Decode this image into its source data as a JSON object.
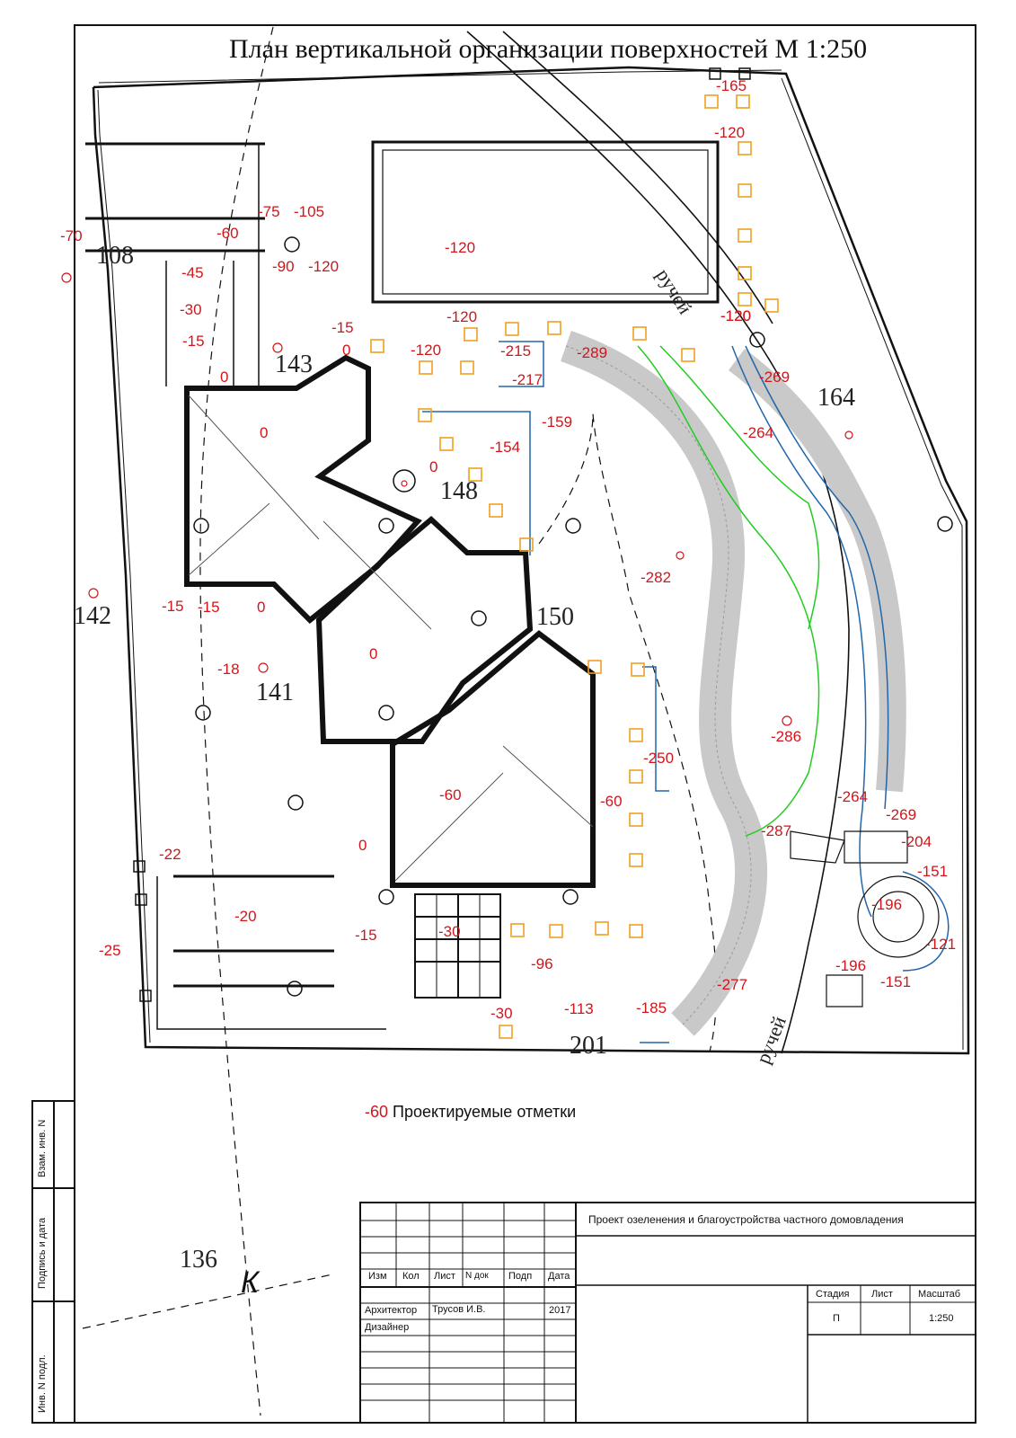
{
  "title": "План вертикальной организации поверхностей М 1:250",
  "legend": {
    "value": "-60",
    "label": "Проектируемые отметки"
  },
  "elevation_color": "#d0161b",
  "elevations": [
    {
      "id": "e1",
      "text": "-165"
    },
    {
      "id": "e2",
      "text": "-120"
    },
    {
      "id": "e3",
      "text": "-75"
    },
    {
      "id": "e4",
      "text": "-105"
    },
    {
      "id": "e5",
      "text": "-60"
    },
    {
      "id": "e6",
      "text": "-70"
    },
    {
      "id": "e7",
      "text": "-90"
    },
    {
      "id": "e8",
      "text": "-120"
    },
    {
      "id": "e9",
      "text": "-120"
    },
    {
      "id": "e10",
      "text": "-45"
    },
    {
      "id": "e11",
      "text": "-30"
    },
    {
      "id": "e12",
      "text": "-15"
    },
    {
      "id": "e13",
      "text": "-15"
    },
    {
      "id": "e14",
      "text": "0"
    },
    {
      "id": "e15",
      "text": "-120"
    },
    {
      "id": "e16",
      "text": "-120"
    },
    {
      "id": "e17",
      "text": "-215"
    },
    {
      "id": "e18",
      "text": "-289"
    },
    {
      "id": "e19",
      "text": "-120"
    },
    {
      "id": "e20",
      "text": "0"
    },
    {
      "id": "e21",
      "text": "-217"
    },
    {
      "id": "e22",
      "text": "-269"
    },
    {
      "id": "e23",
      "text": "-159"
    },
    {
      "id": "e24",
      "text": "-154"
    },
    {
      "id": "e25",
      "text": "0"
    },
    {
      "id": "e26",
      "text": "-264"
    },
    {
      "id": "e27",
      "text": "0"
    },
    {
      "id": "e28",
      "text": "-282"
    },
    {
      "id": "e29",
      "text": "-15"
    },
    {
      "id": "e30",
      "text": "-15"
    },
    {
      "id": "e31",
      "text": "0"
    },
    {
      "id": "e32",
      "text": "-18"
    },
    {
      "id": "e33",
      "text": "0"
    },
    {
      "id": "e34",
      "text": "-250"
    },
    {
      "id": "e35",
      "text": "-286"
    },
    {
      "id": "e36",
      "text": "-60"
    },
    {
      "id": "e37",
      "text": "-60"
    },
    {
      "id": "e38",
      "text": "-264"
    },
    {
      "id": "e39",
      "text": "-269"
    },
    {
      "id": "e40",
      "text": "-287"
    },
    {
      "id": "e41",
      "text": "-204"
    },
    {
      "id": "e42",
      "text": "0"
    },
    {
      "id": "e43",
      "text": "-22"
    },
    {
      "id": "e44",
      "text": "-151"
    },
    {
      "id": "e45",
      "text": "-20"
    },
    {
      "id": "e46",
      "text": "-196"
    },
    {
      "id": "e47",
      "text": "-15"
    },
    {
      "id": "e48",
      "text": "-30"
    },
    {
      "id": "e49",
      "text": "-121"
    },
    {
      "id": "e50",
      "text": "-25"
    },
    {
      "id": "e51",
      "text": "-96"
    },
    {
      "id": "e52",
      "text": "-196"
    },
    {
      "id": "e53",
      "text": "-277"
    },
    {
      "id": "e54",
      "text": "-151"
    },
    {
      "id": "e55",
      "text": "-30"
    },
    {
      "id": "e56",
      "text": "-113"
    },
    {
      "id": "e57",
      "text": "-185"
    },
    {
      "id": "e58",
      "text": "-120"
    }
  ],
  "lot_numbers": [
    {
      "id": "n108",
      "text": "108"
    },
    {
      "id": "n143",
      "text": "143"
    },
    {
      "id": "n164",
      "text": "164"
    },
    {
      "id": "n148",
      "text": "148"
    },
    {
      "id": "n142",
      "text": "142"
    },
    {
      "id": "n150",
      "text": "150"
    },
    {
      "id": "n141",
      "text": "141"
    },
    {
      "id": "n201",
      "text": "201"
    },
    {
      "id": "n136",
      "text": "136"
    }
  ],
  "creek_labels": [
    {
      "id": "c1",
      "text": "ручей"
    },
    {
      "id": "c2",
      "text": "ручей"
    }
  ],
  "title_block": {
    "project": "Проект озеленения и благоустройства частного домовладения",
    "headers": {
      "izm": "Изм",
      "kol": "Кол",
      "list": "Лист",
      "ndoc": "N док",
      "podp": "Подп",
      "data": "Дата"
    },
    "architect_role": "Архитектор",
    "architect_name": "Трусов И.В.",
    "year": "2017",
    "designer_role": "Дизайнер",
    "stage_label": "Стадия",
    "sheet_label": "Лист",
    "scale_label": "Масштаб",
    "stage_value": "П",
    "scale_value": "1:250"
  },
  "side_stamp": {
    "inv_podl": "Инв. N подл.",
    "podpis": "Подпись и дата",
    "vzam": "Взам. инв. N"
  },
  "map_letter": "К"
}
